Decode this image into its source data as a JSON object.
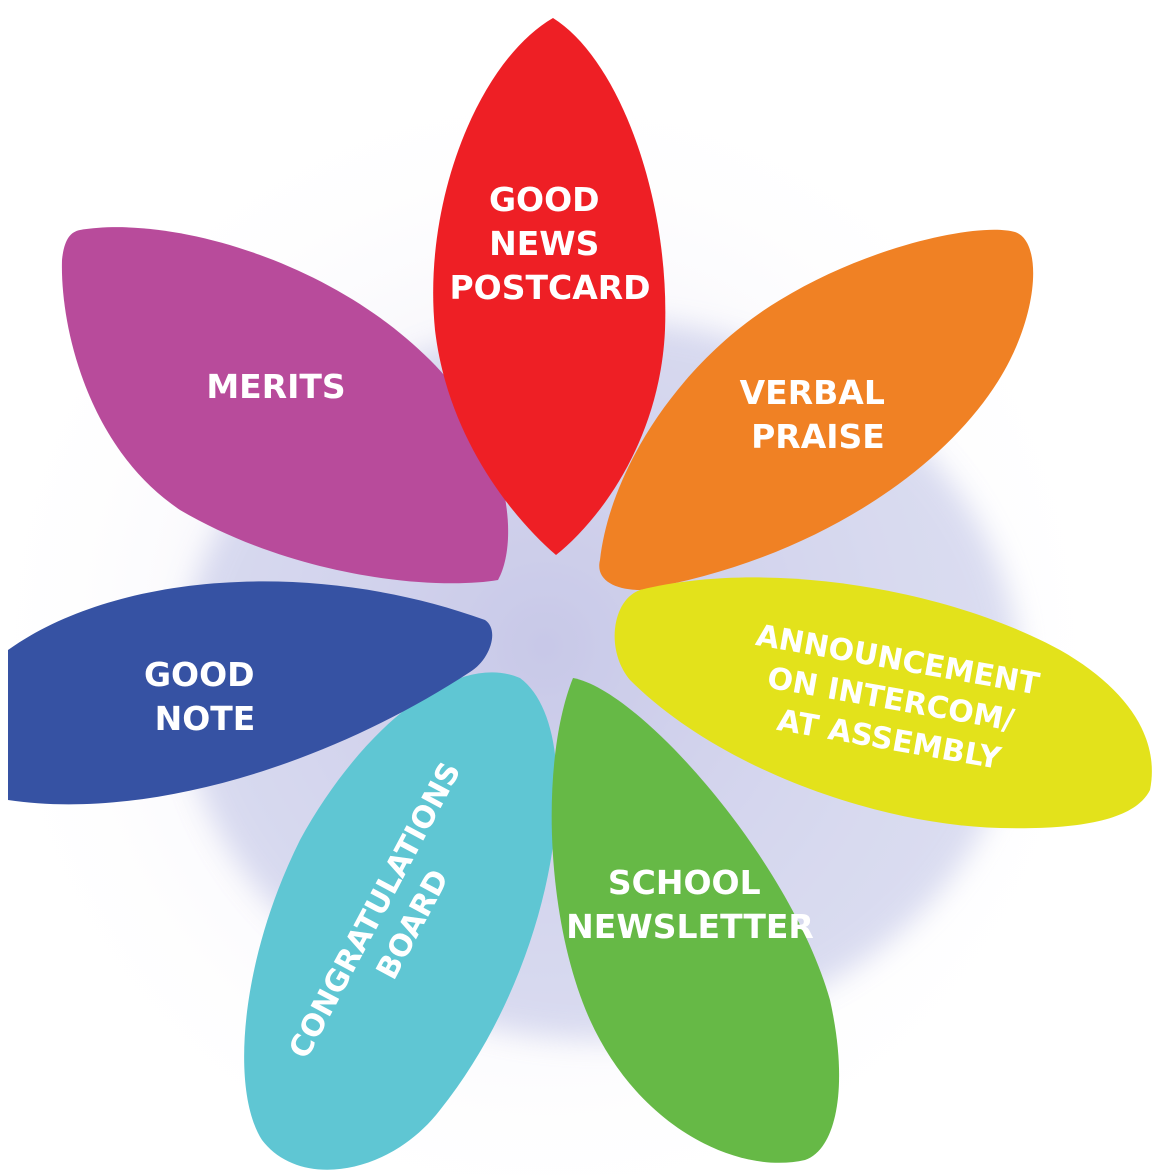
{
  "diagram": {
    "petals": [
      {
        "id": "good-news-postcard",
        "lines": [
          "GOOD",
          "NEWS",
          "POSTCARD"
        ],
        "color": "#ee1f25"
      },
      {
        "id": "verbal-praise",
        "lines": [
          "VERBAL",
          "PRAISE"
        ],
        "color": "#f08124"
      },
      {
        "id": "announcement",
        "lines": [
          "ANNOUNCEMENT",
          "ON INTERCOM/",
          "AT ASSEMBLY"
        ],
        "color": "#e3e21b"
      },
      {
        "id": "school-newsletter",
        "lines": [
          "SCHOOL",
          "NEWSLETTER"
        ],
        "color": "#66b946"
      },
      {
        "id": "congratulations-board",
        "lines": [
          "CONGRATULATIONS",
          "BOARD"
        ],
        "color": "#5fc6d3"
      },
      {
        "id": "good-note",
        "lines": [
          "GOOD",
          "NOTE"
        ],
        "color": "#3652a3"
      },
      {
        "id": "merits",
        "lines": [
          "MERITS"
        ],
        "color": "#b84b9b"
      }
    ]
  }
}
